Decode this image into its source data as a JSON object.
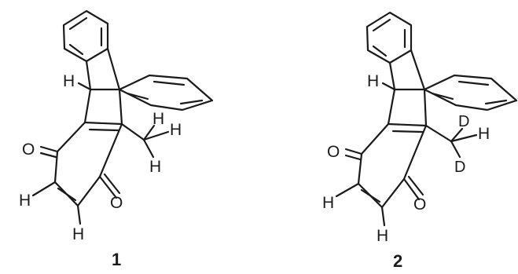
{
  "molecules": [
    {
      "label": "1",
      "atoms": {
        "h_bridgehead": "H",
        "h_methyl_top": "H",
        "h_methyl_right": "H",
        "h_methyl_bottom": "H",
        "o_top": "O",
        "o_bottom": "O",
        "h_vinyl_left": "H",
        "h_vinyl_bottom": "H"
      }
    },
    {
      "label": "2",
      "atoms": {
        "h_bridgehead": "H",
        "d_methyl_top": "D",
        "h_methyl_right": "H",
        "d_methyl_bottom": "D",
        "o_top": "O",
        "o_bottom": "O",
        "h_vinyl_left": "H",
        "h_vinyl_bottom": "H"
      }
    }
  ]
}
